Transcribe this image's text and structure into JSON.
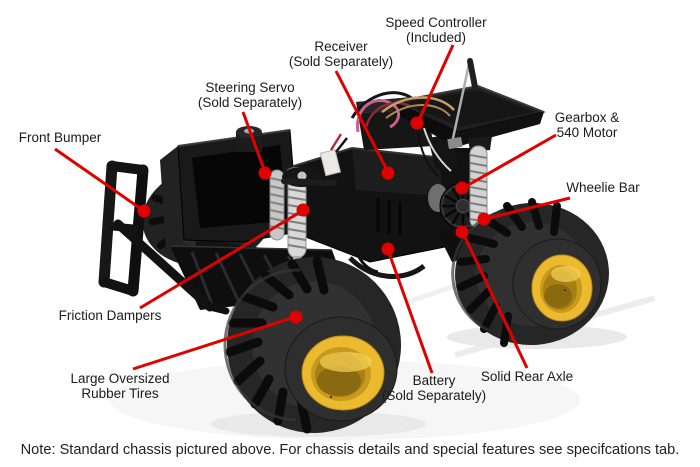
{
  "colors": {
    "annotation_red": "#e10000",
    "rim_yellow": "#ecba2e",
    "background": "#ffffff"
  },
  "callouts": [
    {
      "name": "front-bumper",
      "label": "Front Bumper"
    },
    {
      "name": "steering-servo",
      "label": "Steering Servo\n(Sold Separately)"
    },
    {
      "name": "receiver",
      "label": "Receiver\n(Sold Separately)"
    },
    {
      "name": "speed-controller",
      "label": "Speed Controller\n(Included)"
    },
    {
      "name": "gearbox-540-motor",
      "label": "Gearbox &\n540 Motor"
    },
    {
      "name": "wheelie-bar",
      "label": "Wheelie Bar"
    },
    {
      "name": "friction-dampers",
      "label": "Friction Dampers"
    },
    {
      "name": "large-tires",
      "label": "Large Oversized\nRubber Tires"
    },
    {
      "name": "battery",
      "label": "Battery\n(Sold Separately)"
    },
    {
      "name": "solid-rear-axle",
      "label": "Solid Rear Axle"
    }
  ],
  "note": "Note: Standard chassis pictured above. For chassis details and special features see specifcations tab."
}
